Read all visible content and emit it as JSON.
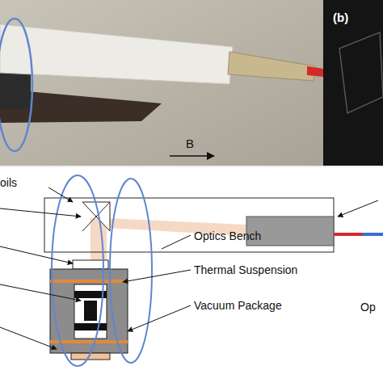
{
  "diagram": {
    "labels": [
      "(b)",
      "B",
      "oils",
      "Optics Bench",
      "Thermal Suspension",
      "Vacuum Package",
      "Op"
    ]
  }
}
